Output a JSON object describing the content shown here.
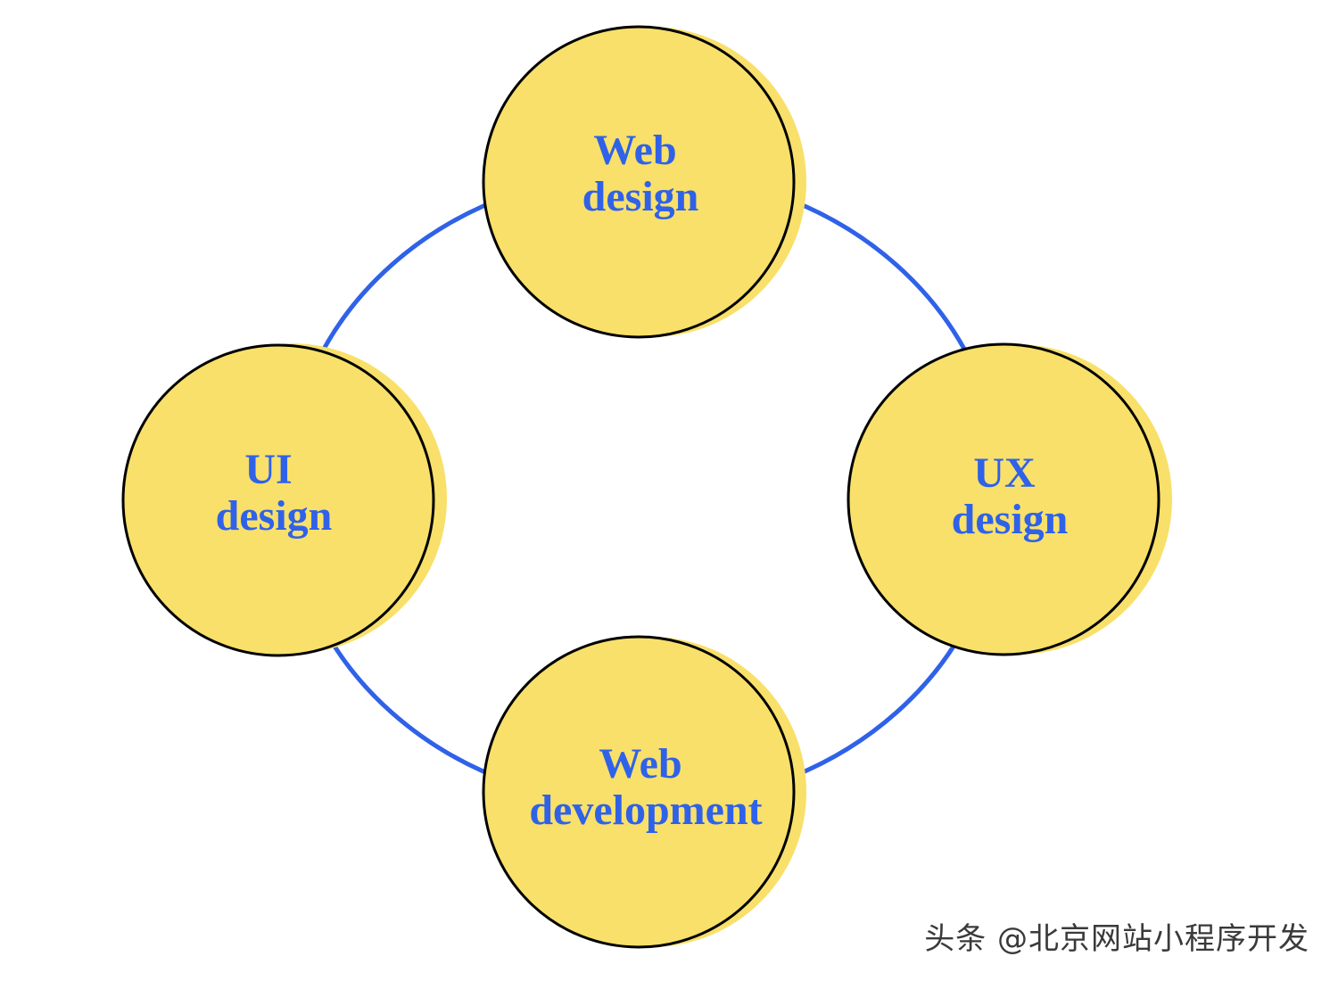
{
  "diagram": {
    "colors": {
      "connector": "#2f62e8",
      "node_fill": "#f8e06a",
      "node_outline": "#000000",
      "label": "#2f62e8"
    },
    "nodes": [
      {
        "id": "web-design",
        "lines": [
          "Web",
          "design"
        ]
      },
      {
        "id": "ux-design",
        "lines": [
          "UX",
          "design"
        ]
      },
      {
        "id": "web-development",
        "lines": [
          "Web",
          "development"
        ]
      },
      {
        "id": "ui-design",
        "lines": [
          "UI",
          "design"
        ]
      }
    ]
  },
  "watermark": {
    "text": "头条 @北京网站小程序开发"
  }
}
